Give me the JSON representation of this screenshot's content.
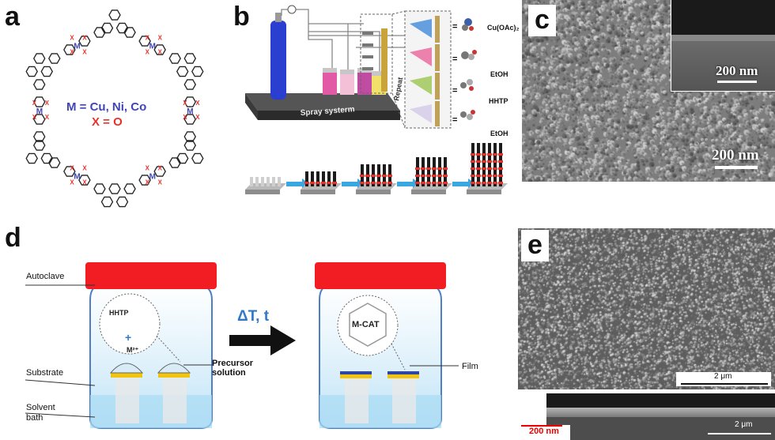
{
  "panels": {
    "a": {
      "label": "a",
      "formula_m": "M = Cu, Ni, Co",
      "formula_x": "X = O",
      "node_m": "M",
      "node_x": "X"
    },
    "b": {
      "label": "b",
      "spray_label": "Spray systerm",
      "repeat_label": "Repeat",
      "legend": [
        {
          "eq": "=",
          "name": "Cu(OAc)₂"
        },
        {
          "eq": "=",
          "name": "EtOH"
        },
        {
          "eq": "=",
          "name": "HHTP"
        },
        {
          "eq": "=",
          "name": "EtOH"
        }
      ]
    },
    "c": {
      "label": "c",
      "inset_scale": "200 nm",
      "main_scale": "200 nm"
    },
    "d": {
      "label": "d",
      "autoclave": "Autoclave",
      "substrate": "Substrate",
      "solvent_bath": "Solvent\nbath",
      "hhtp": "HHTP",
      "plus": "+",
      "metal_ion": "M²⁺",
      "precursor": "Precursor\nsolution",
      "arrow_text": "ΔT, t",
      "mcat": "M-CAT",
      "film": "Film"
    },
    "e": {
      "label": "e",
      "top_scale": "2 μm",
      "bottom_scale_left": "200 nm",
      "bottom_scale_right": "2 μm"
    }
  },
  "colors": {
    "red": "#e8322c",
    "lid": "#f21d23",
    "blue_label": "#3f45b5",
    "arrow_blue": "#2f79c8",
    "jar": "#cfeaf7",
    "yellow": "#f1c40f",
    "film_blue": "#2d45a6"
  }
}
